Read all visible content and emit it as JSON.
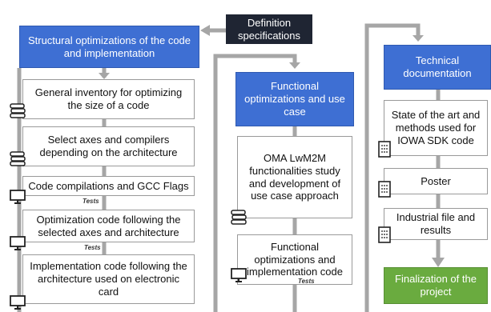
{
  "definition": "Definition\nspecifications",
  "columns": [
    {
      "header": "Structural optimizations of the code and implementation",
      "steps": [
        "General inventory for optimizing the size of a code",
        "Select axes and compilers depending on the architecture",
        "Code compilations and GCC Flags",
        "Optimization code following the selected axes and architecture",
        "Implementation code following the architecture used on electronic card"
      ]
    },
    {
      "header": "Functional optimizations and use case",
      "steps": [
        "OMA LwM2M functionalities study and development of use case approach",
        "Functional optimizations and implementation code"
      ]
    },
    {
      "header": "Technical documentation",
      "steps": [
        "State of the art and methods used for IOWA SDK code",
        "Poster",
        "Industrial file and results"
      ],
      "final": "Finalization of the project"
    }
  ],
  "test_label": "Tests",
  "icons": [
    "books-icon",
    "computer-icon",
    "document-icon"
  ],
  "colors": {
    "header_blue": "#3e6fd3",
    "dark": "#1f2533",
    "final_green": "#6aab3f",
    "connector": "#a6a6a6"
  }
}
